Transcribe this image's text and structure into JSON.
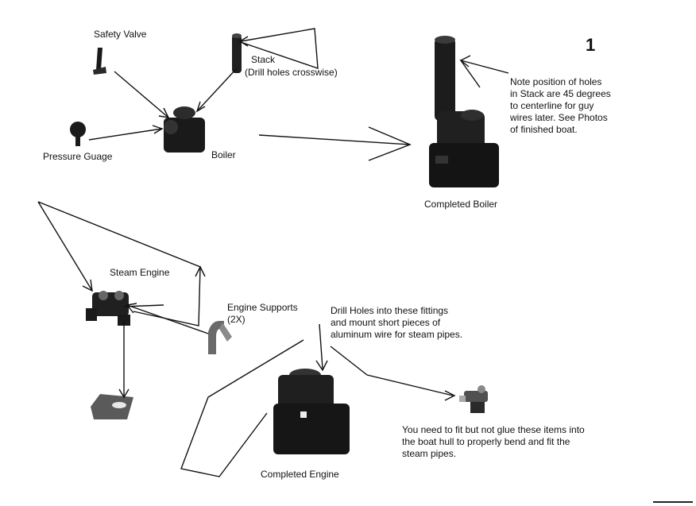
{
  "page_number": "1",
  "labels": {
    "safety_valve": "Safety Valve",
    "stack": "Stack",
    "stack_note": "(Drill holes crosswise)",
    "pressure_gauge": "Pressure Guage",
    "boiler": "Boiler",
    "completed_boiler": "Completed Boiler",
    "steam_engine": "Steam Engine",
    "engine_supports": "Engine Supports",
    "engine_supports_qty": "(2X)",
    "completed_engine": "Completed Engine"
  },
  "notes": {
    "stack_holes": [
      "Note position of holes",
      "in Stack are 45 degrees",
      "to centerline for guy",
      "wires later. See Photos",
      "of finished boat."
    ],
    "drill_holes": [
      "Drill Holes into these fittings",
      "and mount short pieces of",
      "aluminum wire for steam pipes."
    ],
    "fit_items": [
      "You need to fit but not glue these items into",
      "the boat hull to properly bend and fit the",
      "steam pipes."
    ]
  }
}
